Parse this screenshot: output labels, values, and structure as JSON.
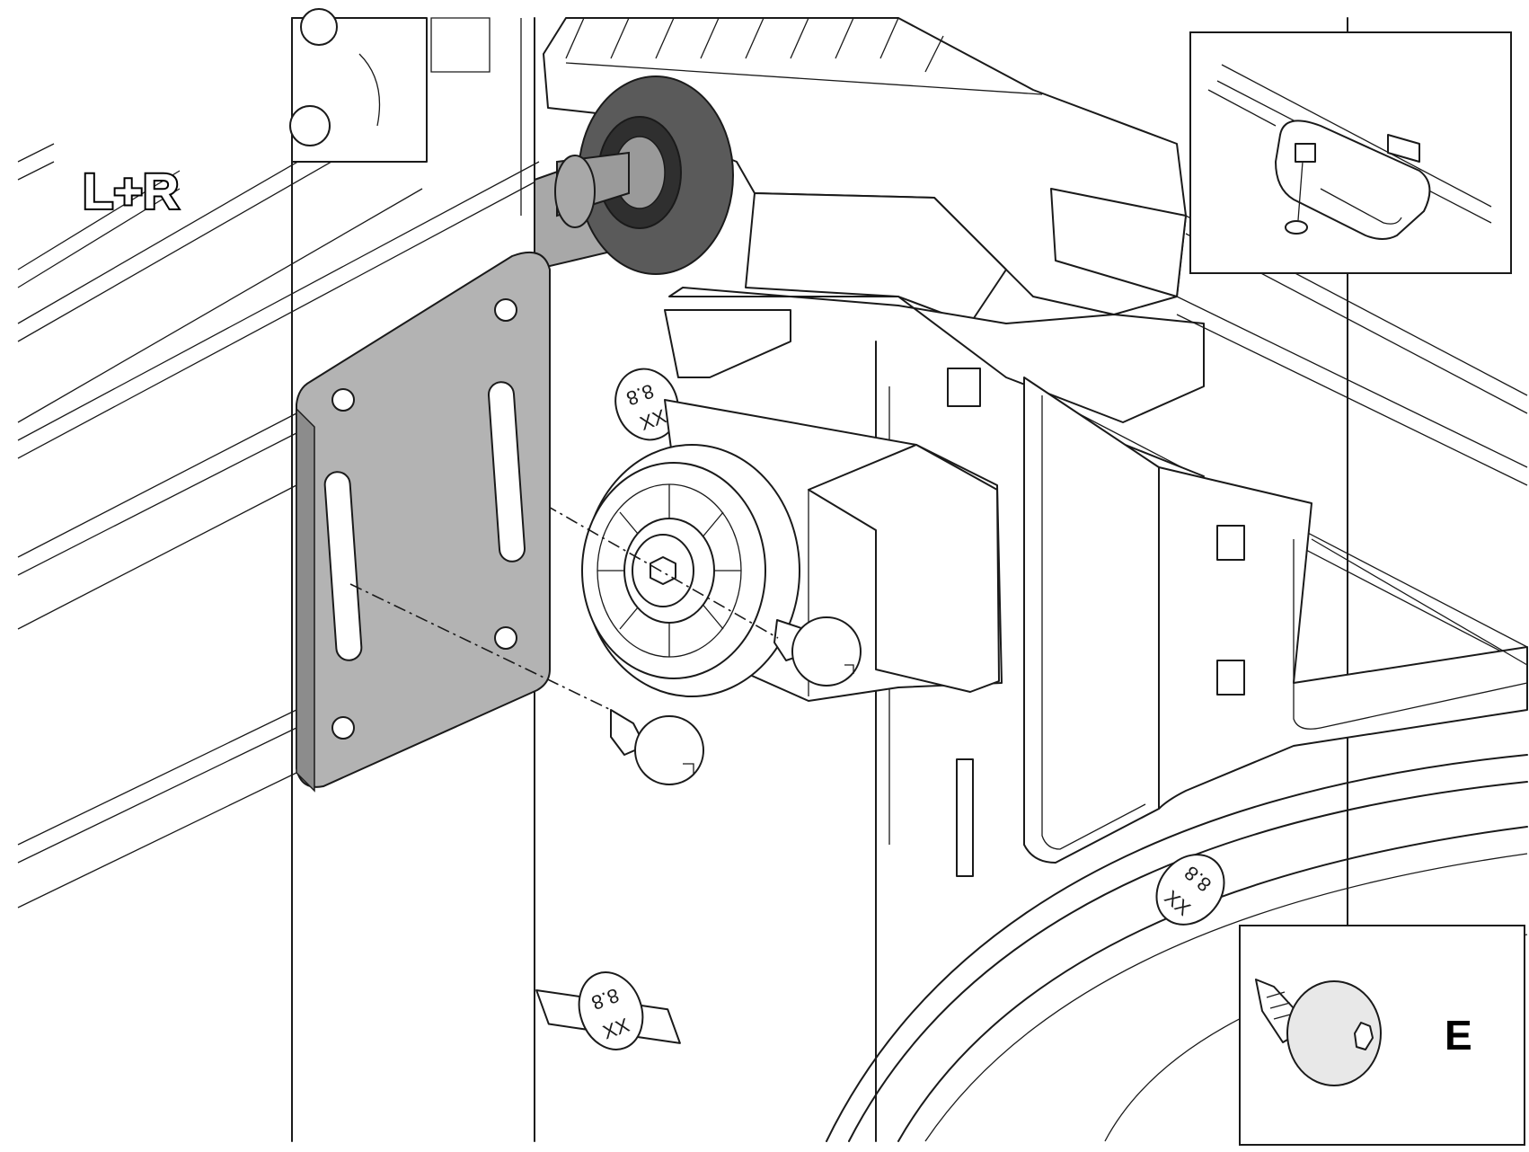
{
  "labels": {
    "side": "L+R",
    "part": "E"
  },
  "washer": {
    "top": "8.8",
    "bottom": "XX"
  },
  "colors": {
    "plate": "#b3b3b3",
    "wheel": "#5a5a5a",
    "line": "#1a1a1a",
    "background": "#ffffff"
  }
}
